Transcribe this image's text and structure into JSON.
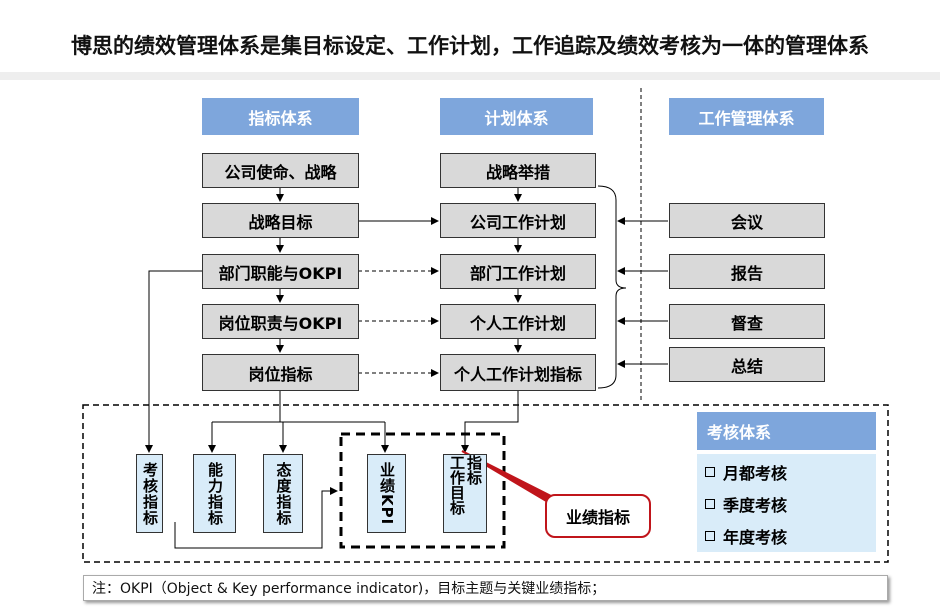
{
  "title": "博思的绩效管理体系是集目标设定、工作计划，工作追踪及绩效考核为一体的管理体系",
  "columns": {
    "indicator_header": "指标体系",
    "plan_header": "计划体系",
    "work_header": "工作管理体系"
  },
  "indicator_boxes": [
    "公司使命、战略",
    "战略目标",
    "部门职能与OKPI",
    "岗位职责与OKPI",
    "岗位指标"
  ],
  "plan_boxes": [
    "战略举措",
    "公司工作计划",
    "部门工作计划",
    "个人工作计划",
    "个人工作计划指标"
  ],
  "work_boxes": [
    "会议",
    "报告",
    "督查",
    "总结"
  ],
  "vertical_boxes": [
    "考核指标",
    "能力指标",
    "态度指标",
    "业绩KPI",
    "指标",
    "工作目标"
  ],
  "exam": {
    "header": "考核体系",
    "items": [
      "月都考核",
      "季度考核",
      "年度考核"
    ]
  },
  "callout": "业绩指标",
  "note": "注：OKPI（Object & Key performance indicator)，目标主题与关键业绩指标；",
  "colors": {
    "header_blue": "#7ea6dc",
    "box_gray": "#d9d9d9",
    "light_blue": "#d9ecf9",
    "callout_red": "#c0151b"
  }
}
